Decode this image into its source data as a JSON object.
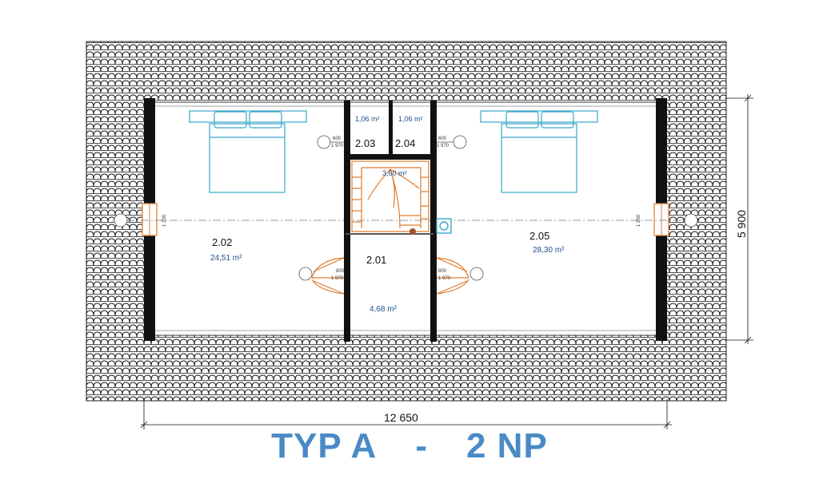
{
  "drawing": {
    "title": {
      "part1": "TYP A",
      "separator": "-",
      "part2": "2 NP"
    },
    "dimensions": {
      "width": "12 650",
      "height": "5 900"
    },
    "rooms": [
      {
        "id": "2.02",
        "area": "24,51 m²"
      },
      {
        "id": "2.05",
        "area": "28,30 m²"
      },
      {
        "id": "2.01",
        "area": "4,68 m²"
      },
      {
        "id": "2.03",
        "area": "1,06 m²"
      },
      {
        "id": "2.04",
        "area": "1,06 m²"
      }
    ],
    "stair_area": "3,60 m²",
    "door_labels": {
      "small_width": "600",
      "small_height": "1 970",
      "large_width": "800",
      "large_height": "1 970"
    },
    "window_label": "1 200",
    "colors": {
      "title": "#4a8ac6",
      "text_blue": "#1f4f8f",
      "wall": "#111111",
      "furniture": "#3aa7c9",
      "stair": "#e07a2a",
      "roof": "#222222"
    }
  }
}
